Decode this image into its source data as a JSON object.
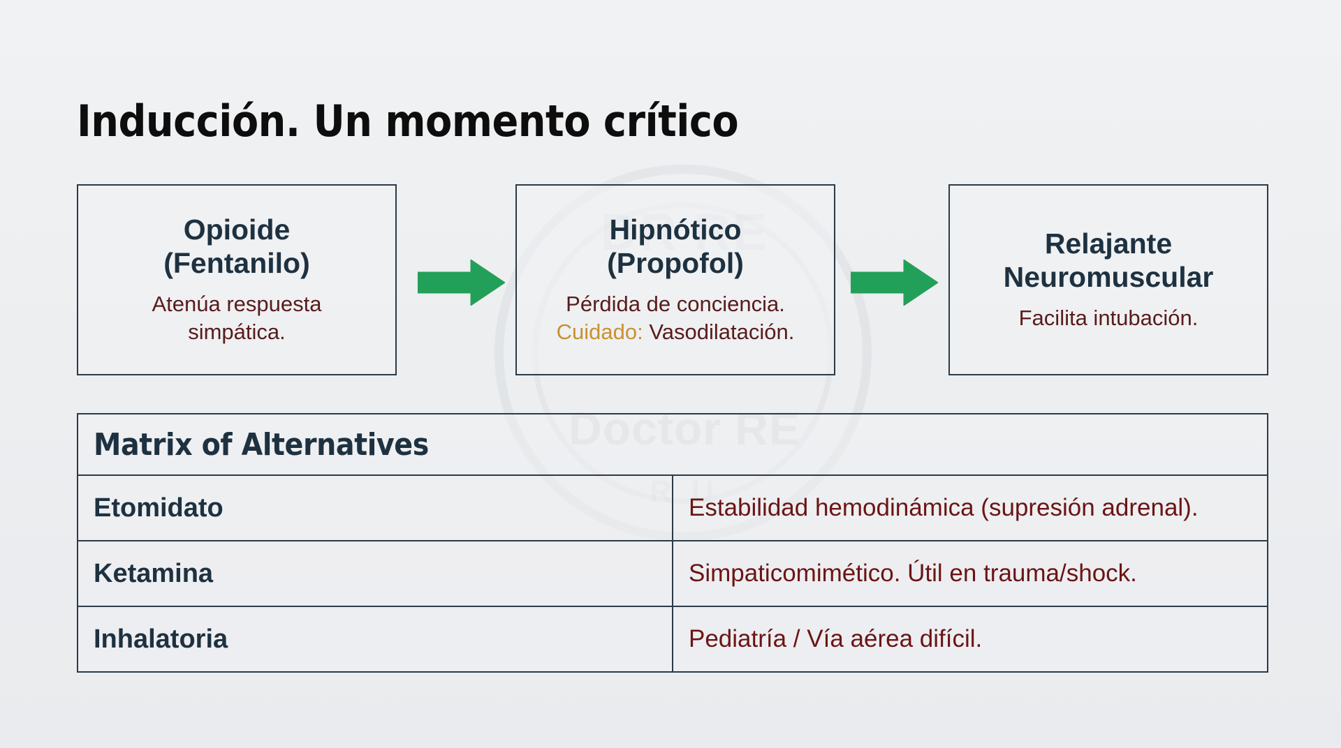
{
  "slide": {
    "title": "Inducción. Un momento crítico",
    "background_color": "#eef0f2"
  },
  "watermark": {
    "top_text": "DR RE",
    "main_text": "Doctor RE",
    "sub_text": "R U",
    "color": "#969ca3"
  },
  "flow": {
    "arrow_color": "#22a05a",
    "arrow_1_name": "green-arrow-right",
    "arrow_2_name": "green-arrow-right",
    "boxes": [
      {
        "heading_line1": "Opioide",
        "heading_line2": "(Fentanilo)",
        "desc_line1": "Atenúa respuesta",
        "desc_line2": "simpática.",
        "desc_warn": "",
        "desc_warn_rest": ""
      },
      {
        "heading_line1": "Hipnótico",
        "heading_line2": "(Propofol)",
        "desc_line1": "Pérdida de conciencia.",
        "desc_line2": "",
        "desc_warn": "Cuidado:",
        "desc_warn_rest": " Vasodilatación."
      },
      {
        "heading_line1": "Relajante",
        "heading_line2": "Neuromuscular",
        "desc_line1": "Facilita intubación.",
        "desc_line2": "",
        "desc_warn": "",
        "desc_warn_rest": ""
      }
    ]
  },
  "matrix": {
    "title": "Matrix of Alternatives",
    "rows": [
      {
        "label": "Etomidato",
        "description": "Estabilidad hemodinámica (supresión adrenal)."
      },
      {
        "label": "Ketamina",
        "description": "Simpaticomimético. Útil en trauma/shock."
      },
      {
        "label": "Inhalatoria",
        "description": "Pediatría / Vía aérea difícil."
      }
    ]
  },
  "colors": {
    "heading_navy": "#1e3140",
    "desc_maroon": "#5a1b1b",
    "warn_amber": "#c9912f",
    "border": "#2b3a47",
    "arrow_green": "#22a05a"
  }
}
